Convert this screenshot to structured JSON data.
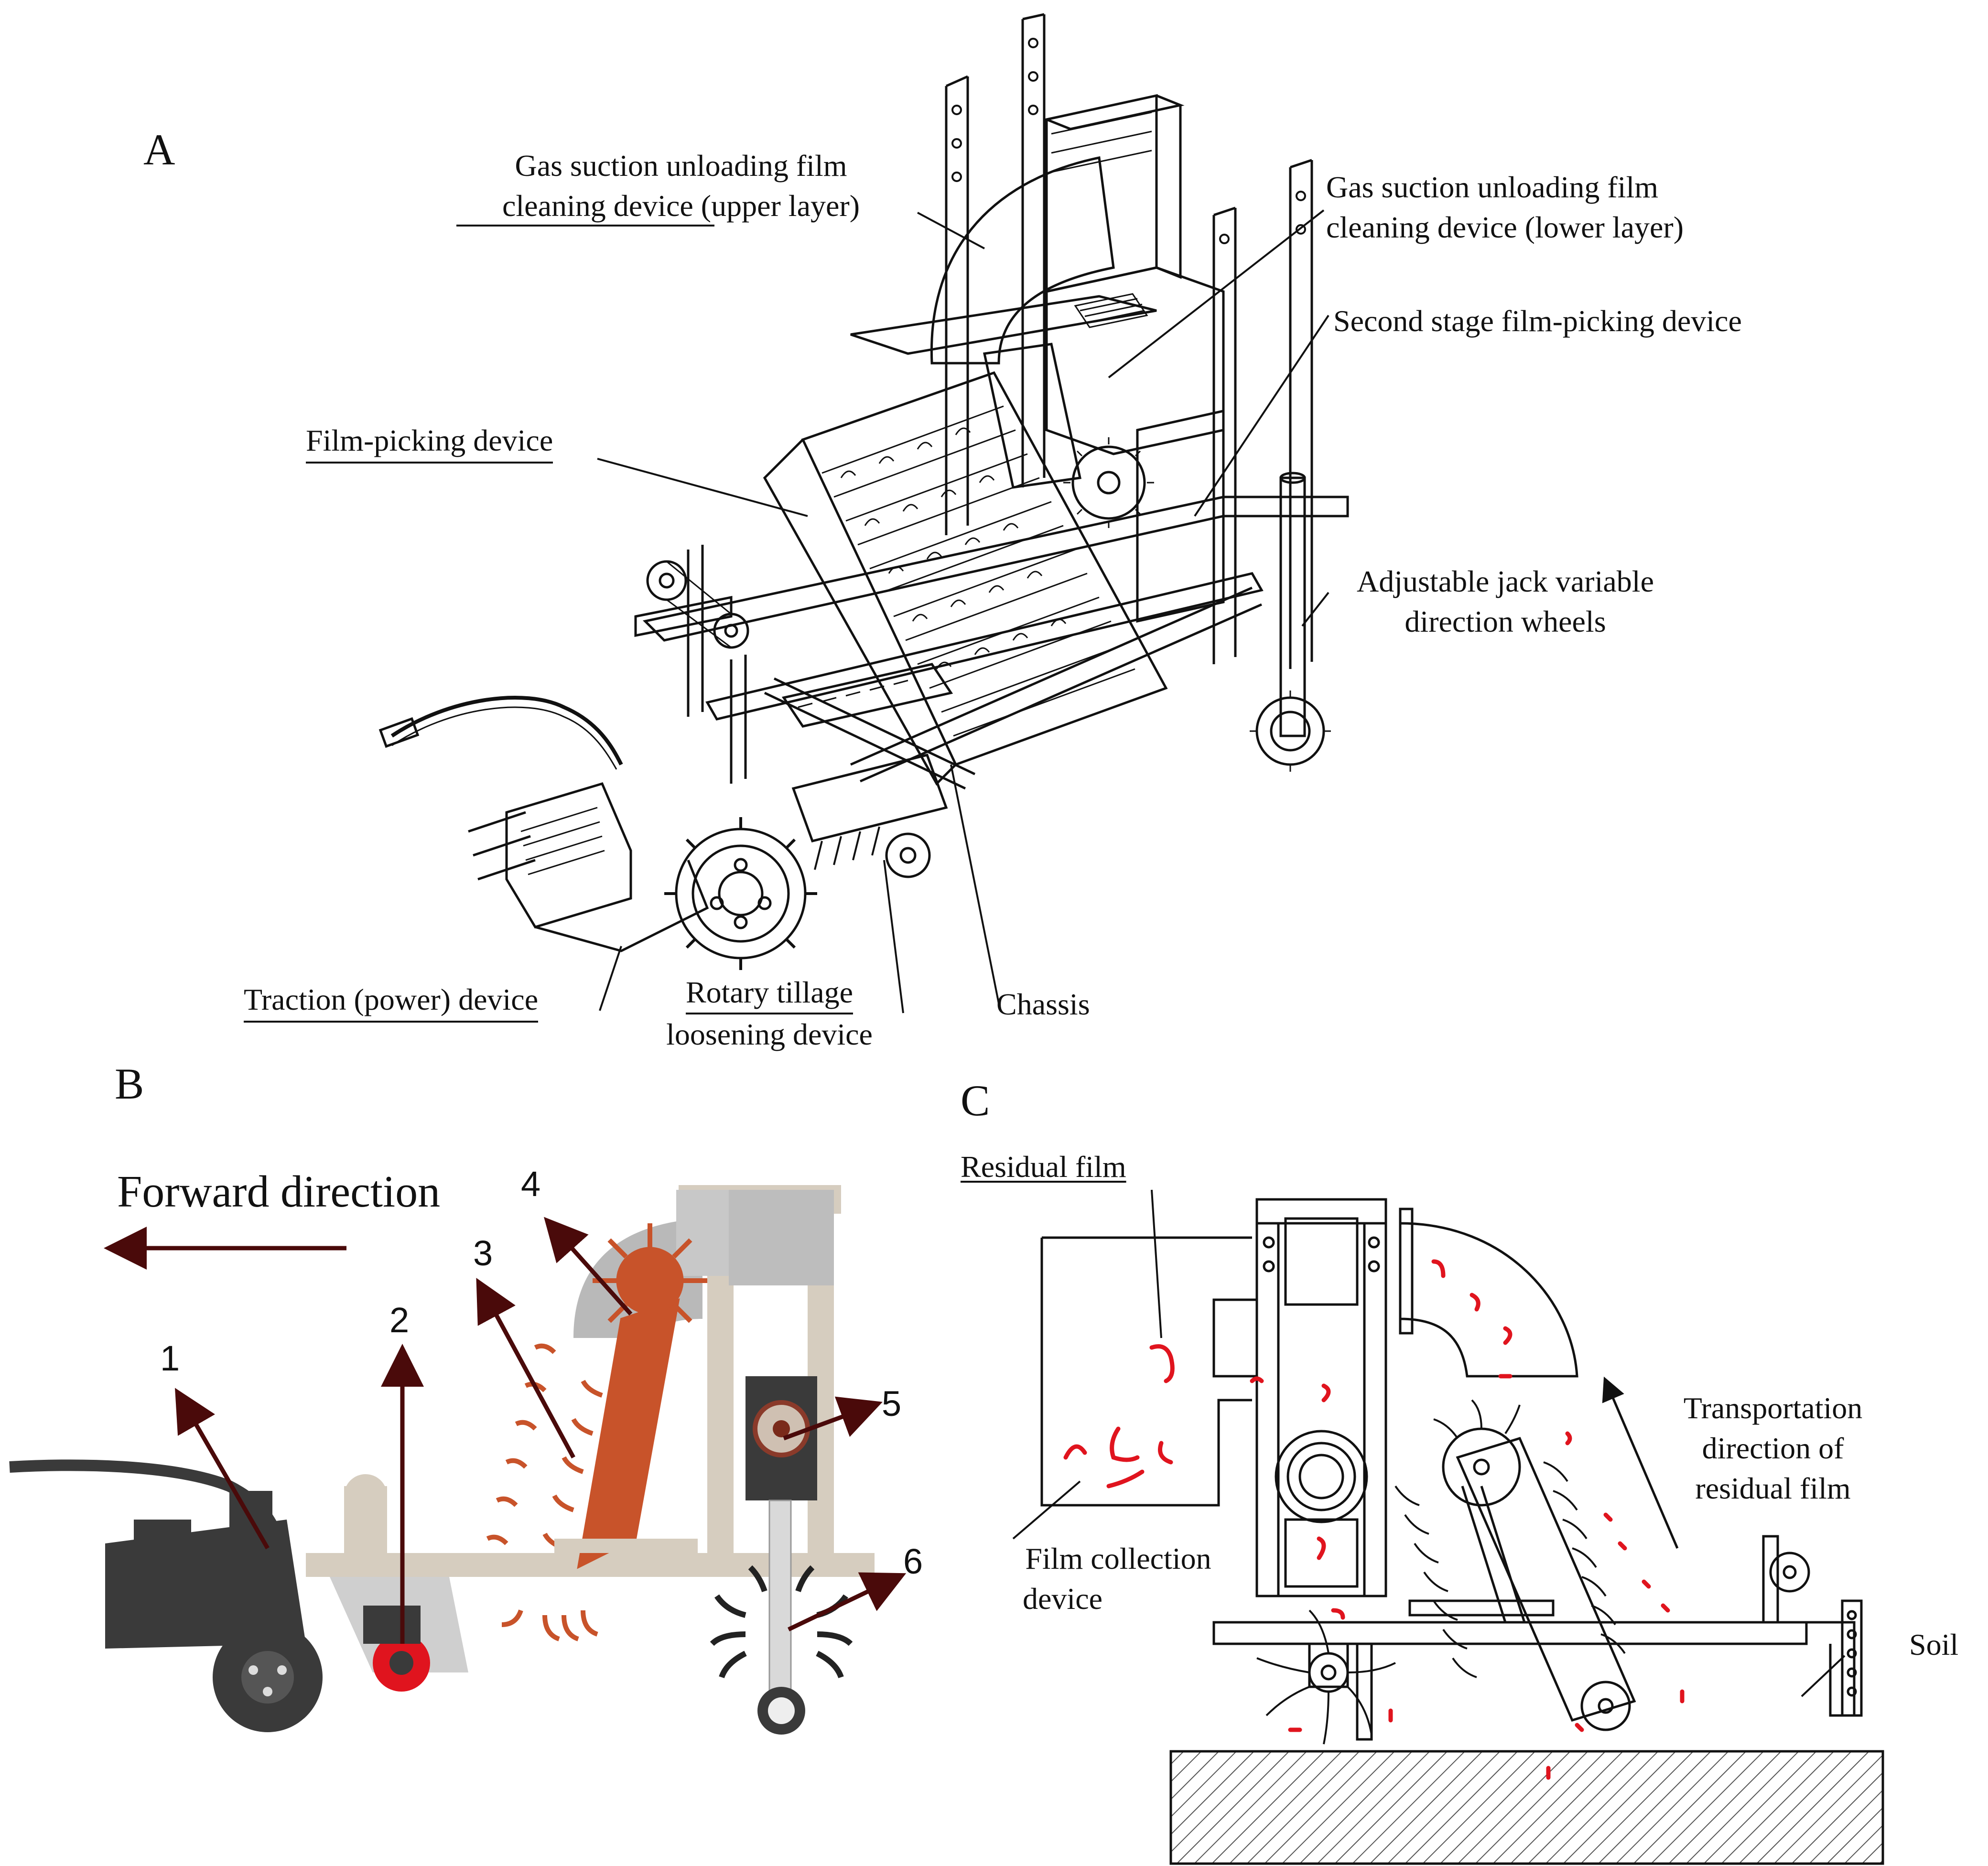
{
  "panels": {
    "a": {
      "letter": "A",
      "labels": {
        "suction_upper_1": "Gas suction unloading film",
        "suction_upper_2": "cleaning device (upper layer)",
        "suction_lower_1": "Gas suction unloading film",
        "suction_lower_2": "cleaning device (lower layer)",
        "second_stage": "Second stage film-picking device",
        "film_picking": "Film-picking device",
        "jack_wheels_1": "Adjustable jack variable",
        "jack_wheels_2": "direction wheels",
        "traction": "Traction (power) device",
        "rotary_1": "Rotary tillage",
        "rotary_2": "loosening device",
        "chassis": "Chassis"
      }
    },
    "b": {
      "letter": "B",
      "forward_direction": "Forward direction",
      "numbers": [
        "1",
        "2",
        "3",
        "4",
        "5",
        "6"
      ]
    },
    "c": {
      "letter": "C",
      "labels": {
        "residual_film": "Residual film",
        "transport_1": "Transportation",
        "transport_2": "direction of",
        "transport_3": "residual film",
        "collection_1": "Film collection",
        "collection_2": "device",
        "soil": "Soil"
      }
    }
  },
  "colors": {
    "line": "#111111",
    "arrow": "#4a0a0a",
    "picker_orange": "#c8532a",
    "frame_beige": "#d6cdbf",
    "duct_gray": "#b9b9b9",
    "dark_machine": "#3a3a3a",
    "film_red": "#e0141e",
    "soil_hatch": "#555555"
  }
}
